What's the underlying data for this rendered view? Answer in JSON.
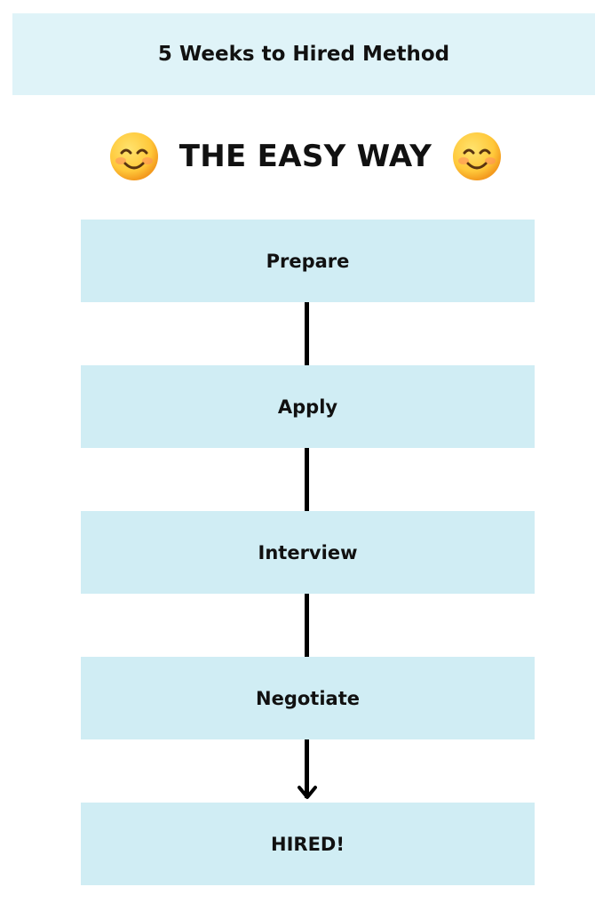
{
  "header": {
    "title": "5 Weeks to Hired Method"
  },
  "headline": {
    "text": "THE EASY WAY",
    "icon": "smiling-face-icon"
  },
  "steps": [
    {
      "label": "Prepare"
    },
    {
      "label": "Apply"
    },
    {
      "label": "Interview"
    },
    {
      "label": "Negotiate"
    },
    {
      "label": "HIRED!"
    }
  ],
  "colors": {
    "banner_bg": "#dff3f8",
    "step_bg": "#d0edf4",
    "connector": "#000000",
    "text": "#111111",
    "emoji_face": "#ffcc3d"
  }
}
